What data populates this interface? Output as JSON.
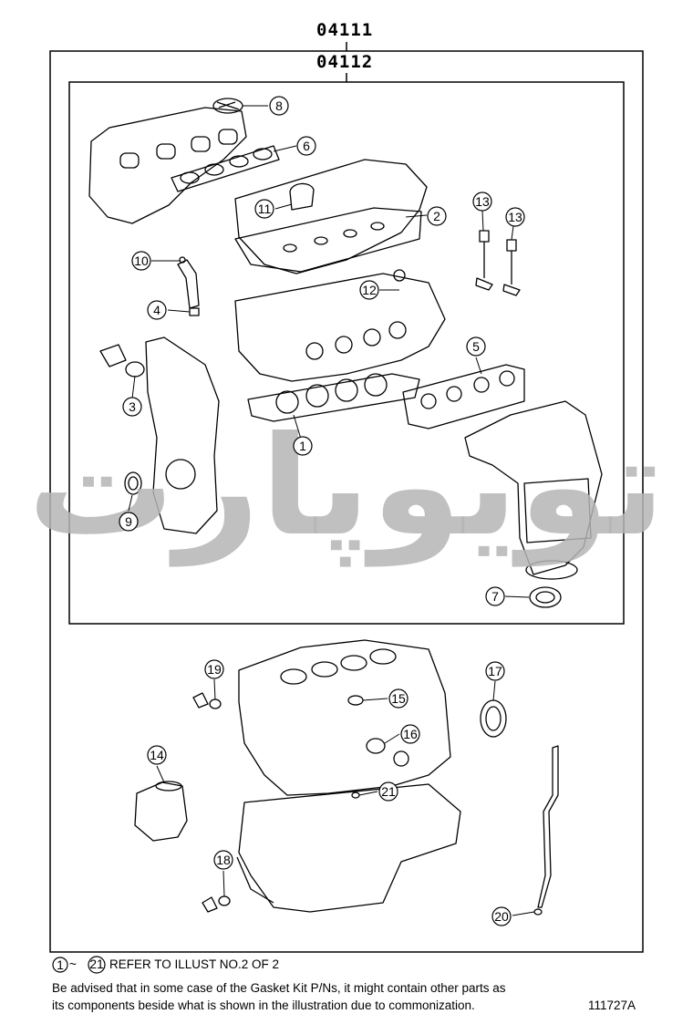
{
  "kit_numbers": {
    "outer": "04111",
    "inner": "04112"
  },
  "callouts": [
    {
      "n": "1"
    },
    {
      "n": "2"
    },
    {
      "n": "3"
    },
    {
      "n": "4"
    },
    {
      "n": "5"
    },
    {
      "n": "6"
    },
    {
      "n": "7"
    },
    {
      "n": "8"
    },
    {
      "n": "9"
    },
    {
      "n": "10"
    },
    {
      "n": "11"
    },
    {
      "n": "12"
    },
    {
      "n": "13"
    },
    {
      "n": "13"
    },
    {
      "n": "14"
    },
    {
      "n": "15"
    },
    {
      "n": "16"
    },
    {
      "n": "17"
    },
    {
      "n": "18"
    },
    {
      "n": "19"
    },
    {
      "n": "20"
    },
    {
      "n": "21"
    }
  ],
  "footer": {
    "range_start": "1",
    "range_sep": "~",
    "range_end": "21",
    "range_text": "REFER TO ILLUST NO.2 OF 2",
    "note_line1": "Be advised that in some case of the Gasket Kit P/Ns,  it might contain other parts as",
    "note_line2": "its components beside what is shown in the illustration due to commonization.",
    "illustration_code": "111727A"
  },
  "watermark": {
    "text": "تویوپارت",
    "color": "#b5b5b5"
  }
}
